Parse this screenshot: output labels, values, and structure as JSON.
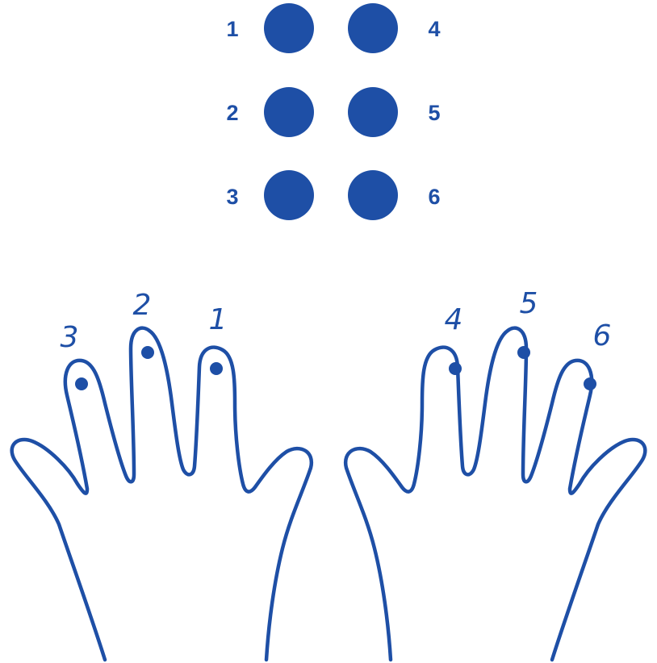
{
  "colors": {
    "ink": "#1e4fa6",
    "background": "#ffffff"
  },
  "braille_cell": {
    "left_column_labels": [
      "1",
      "2",
      "3"
    ],
    "right_column_labels": [
      "4",
      "5",
      "6"
    ]
  },
  "hands": {
    "left": {
      "finger_labels": [
        "3",
        "2",
        "1"
      ]
    },
    "right": {
      "finger_labels": [
        "4",
        "5",
        "6"
      ]
    }
  }
}
